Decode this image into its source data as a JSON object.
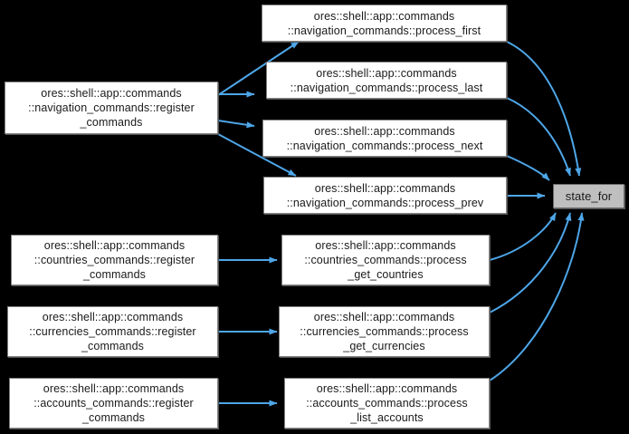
{
  "diagram": {
    "type": "call-graph",
    "title": "",
    "background_color": "#000000",
    "edge_color": "#4ea6e8",
    "node_fill": "#ffffff",
    "node_border": "#808080",
    "focus_node_fill": "#bfbfbf",
    "nodes": [
      {
        "id": "nav_register",
        "label": "ores::shell::app::commands\n::navigation_commands::register\n_commands",
        "column": "left",
        "focus": false
      },
      {
        "id": "countries_register",
        "label": "ores::shell::app::commands\n::countries_commands::register\n_commands",
        "column": "left",
        "focus": false
      },
      {
        "id": "currencies_register",
        "label": "ores::shell::app::commands\n::currencies_commands::register\n_commands",
        "column": "left",
        "focus": false
      },
      {
        "id": "accounts_register",
        "label": "ores::shell::app::commands\n::accounts_commands::register\n_commands",
        "column": "left",
        "focus": false
      },
      {
        "id": "process_first",
        "label": "ores::shell::app::commands\n::navigation_commands::process_first",
        "column": "middle",
        "focus": false
      },
      {
        "id": "process_last",
        "label": "ores::shell::app::commands\n::navigation_commands::process_last",
        "column": "middle",
        "focus": false
      },
      {
        "id": "process_next",
        "label": "ores::shell::app::commands\n::navigation_commands::process_next",
        "column": "middle",
        "focus": false
      },
      {
        "id": "process_prev",
        "label": "ores::shell::app::commands\n::navigation_commands::process_prev",
        "column": "middle",
        "focus": false
      },
      {
        "id": "process_get_countries",
        "label": "ores::shell::app::commands\n::countries_commands::process\n_get_countries",
        "column": "middle",
        "focus": false
      },
      {
        "id": "process_get_currencies",
        "label": "ores::shell::app::commands\n::currencies_commands::process\n_get_currencies",
        "column": "middle",
        "focus": false
      },
      {
        "id": "process_list_accounts",
        "label": "ores::shell::app::commands\n::accounts_commands::process\n_list_accounts",
        "column": "middle",
        "focus": false
      },
      {
        "id": "state_for",
        "label": "state_for",
        "column": "right",
        "focus": true
      }
    ],
    "edges": [
      {
        "from": "nav_register",
        "to": "process_first"
      },
      {
        "from": "nav_register",
        "to": "process_last"
      },
      {
        "from": "nav_register",
        "to": "process_next"
      },
      {
        "from": "nav_register",
        "to": "process_prev"
      },
      {
        "from": "countries_register",
        "to": "process_get_countries"
      },
      {
        "from": "currencies_register",
        "to": "process_get_currencies"
      },
      {
        "from": "accounts_register",
        "to": "process_list_accounts"
      },
      {
        "from": "process_first",
        "to": "state_for"
      },
      {
        "from": "process_last",
        "to": "state_for"
      },
      {
        "from": "process_next",
        "to": "state_for"
      },
      {
        "from": "process_prev",
        "to": "state_for"
      },
      {
        "from": "process_get_countries",
        "to": "state_for"
      },
      {
        "from": "process_get_currencies",
        "to": "state_for"
      },
      {
        "from": "process_list_accounts",
        "to": "state_for"
      }
    ]
  }
}
